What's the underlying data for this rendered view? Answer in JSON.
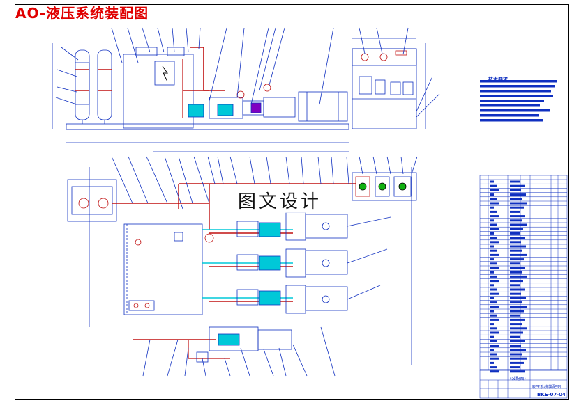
{
  "title": "AO-液压系统装配图",
  "watermark": "图文设计",
  "notes": {
    "title": "技术要求",
    "lines": 8
  },
  "title_block": {
    "name": "(装配图)",
    "drawing_name": "液压系统装配图",
    "code": "BKE-07-04"
  },
  "colors": {
    "frame": "#000000",
    "title": "#e00000",
    "line_blue": "#1030c0",
    "pipe_red": "#c01010",
    "fill_cyan": "#00c8d8",
    "fill_green": "#10b010",
    "fill_purple": "#8000c0"
  }
}
